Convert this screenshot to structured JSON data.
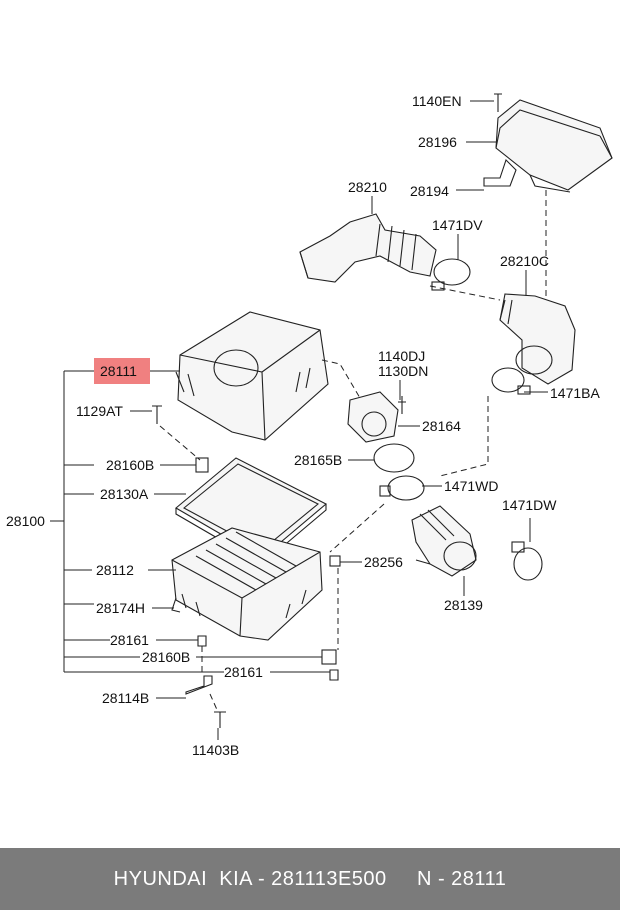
{
  "labels": {
    "l1140EN": "1140EN",
    "l28196": "28196",
    "l28210": "28210",
    "l28194": "28194",
    "l1471DV": "1471DV",
    "l28210C": "28210C",
    "l28111": "28111",
    "l1140DJ": "1140DJ",
    "l1130DN": "1130DN",
    "l1129AT": "1129AT",
    "l1471BA": "1471BA",
    "l28164": "28164",
    "l28165B": "28165B",
    "l28160B_a": "28160B",
    "l1471WD": "1471WD",
    "l28130A": "28130A",
    "l28100": "28100",
    "l1471DW": "1471DW",
    "l28112": "28112",
    "l28256": "28256",
    "l28174H": "28174H",
    "l28139": "28139",
    "l28161_a": "28161",
    "l28160B_b": "28160B",
    "l28161_b": "28161",
    "l28114B": "28114B",
    "l11403B": "11403B"
  },
  "highlight_color": "#f08080",
  "footer": {
    "brand": "HYUNDAI  KIA - 281113E500",
    "number": "N - 28111"
  }
}
